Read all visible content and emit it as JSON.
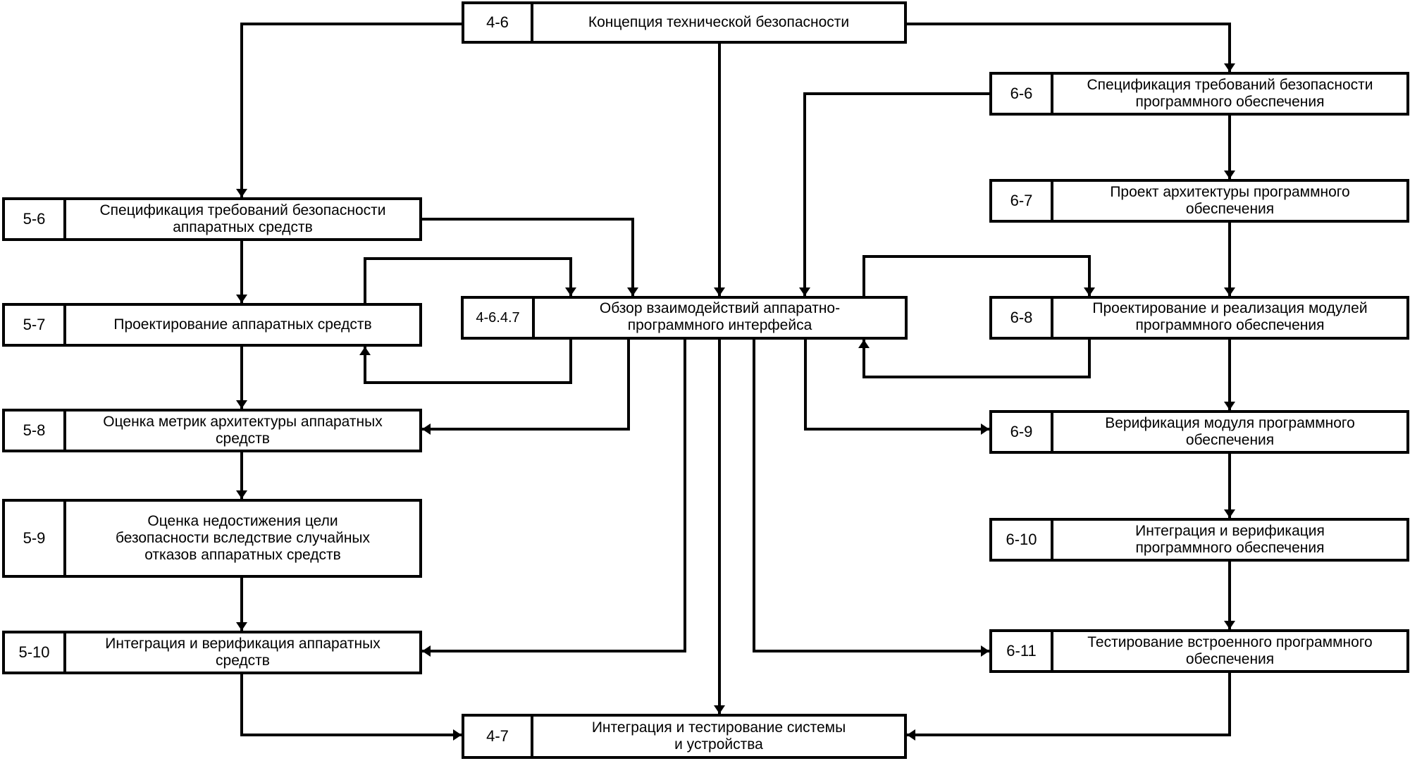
{
  "diagram": {
    "type": "flowchart",
    "colors": {
      "line": "#000000",
      "box_fill": "#ffffff"
    },
    "nodes": [
      {
        "id": "n4_6",
        "code": "4-6",
        "title": "Концепция технической безопасности"
      },
      {
        "id": "n6_6",
        "code": "6-6",
        "title": "Спецификация требований безопасности\nпрограммного обеспечения"
      },
      {
        "id": "n5_6",
        "code": "5-6",
        "title": "Спецификация требований безопасности\nаппаратных средств"
      },
      {
        "id": "n6_7",
        "code": "6-7",
        "title": "Проект архитектуры программного\nобеспечения"
      },
      {
        "id": "n5_7",
        "code": "5-7",
        "title": "Проектирование аппаратных средств"
      },
      {
        "id": "n4_6_4_7",
        "code": "4-6.4.7",
        "title": "Обзор взаимодействий аппаратно-\nпрограммного интерфейса"
      },
      {
        "id": "n6_8",
        "code": "6-8",
        "title": "Проектирование и реализация модулей\nпрограммного обеспечения"
      },
      {
        "id": "n5_8",
        "code": "5-8",
        "title": "Оценка метрик архитектуры аппаратных\nсредств"
      },
      {
        "id": "n6_9",
        "code": "6-9",
        "title": "Верификация модуля программного\nобеспечения"
      },
      {
        "id": "n5_9",
        "code": "5-9",
        "title": "Оценка недостижения цели\nбезопасности вследствие случайных\nотказов аппаратных средств"
      },
      {
        "id": "n6_10",
        "code": "6-10",
        "title": "Интеграция и верификация\nпрограммного обеспечения"
      },
      {
        "id": "n5_10",
        "code": "5-10",
        "title": "Интеграция и верификация аппаратных\nсредств"
      },
      {
        "id": "n6_11",
        "code": "6-11",
        "title": "Тестирование встроенного программного\nобеспечения"
      },
      {
        "id": "n4_7",
        "code": "4-7",
        "title": "Интеграция и тестирование системы\nи устройства"
      }
    ],
    "edges": [
      {
        "from": "n4_6",
        "to": "n5_6"
      },
      {
        "from": "n4_6",
        "to": "n6_6"
      },
      {
        "from": "n4_6",
        "to": "n4_6_4_7"
      },
      {
        "from": "n6_6",
        "to": "n6_7"
      },
      {
        "from": "n6_6",
        "to": "n4_6_4_7"
      },
      {
        "from": "n5_6",
        "to": "n5_7"
      },
      {
        "from": "n5_6",
        "to": "n4_6_4_7"
      },
      {
        "from": "n5_7",
        "to": "n4_6_4_7"
      },
      {
        "from": "n4_6_4_7",
        "to": "n5_7"
      },
      {
        "from": "n6_7",
        "to": "n6_8"
      },
      {
        "from": "n4_6_4_7",
        "to": "n6_8"
      },
      {
        "from": "n6_8",
        "to": "n4_6_4_7"
      },
      {
        "from": "n5_7",
        "to": "n5_8"
      },
      {
        "from": "n4_6_4_7",
        "to": "n5_8"
      },
      {
        "from": "n6_8",
        "to": "n6_9"
      },
      {
        "from": "n4_6_4_7",
        "to": "n6_9"
      },
      {
        "from": "n5_8",
        "to": "n5_9"
      },
      {
        "from": "n6_9",
        "to": "n6_10"
      },
      {
        "from": "n5_9",
        "to": "n5_10"
      },
      {
        "from": "n4_6_4_7",
        "to": "n5_10"
      },
      {
        "from": "n6_10",
        "to": "n6_11"
      },
      {
        "from": "n4_6_4_7",
        "to": "n6_11"
      },
      {
        "from": "n4_6_4_7",
        "to": "n4_7"
      },
      {
        "from": "n5_10",
        "to": "n4_7"
      },
      {
        "from": "n6_11",
        "to": "n4_7"
      }
    ]
  }
}
